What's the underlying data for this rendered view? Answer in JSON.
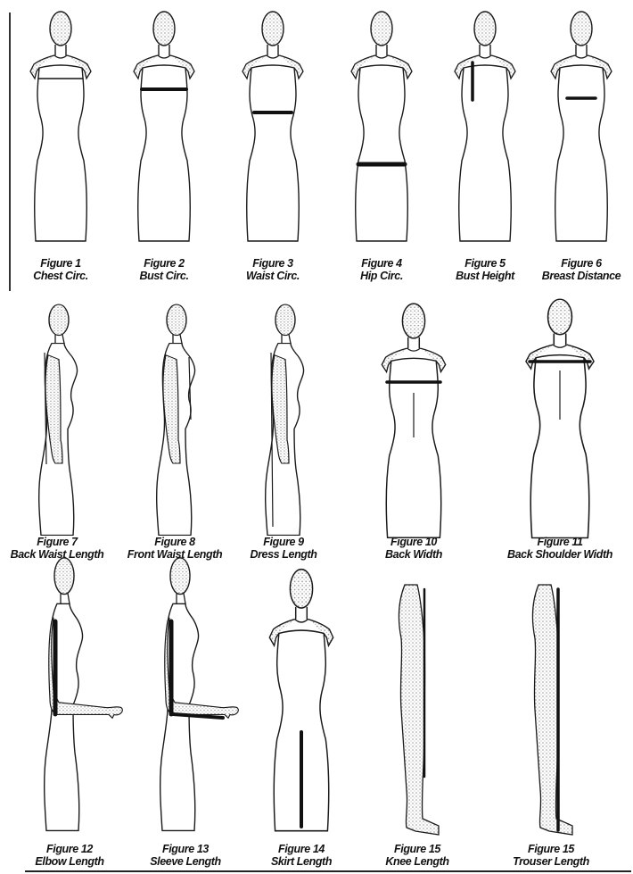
{
  "figures": [
    {
      "title": "Figure 1",
      "caption": "Chest Circ."
    },
    {
      "title": "Figure 2",
      "caption": "Bust  Circ."
    },
    {
      "title": "Figure 3",
      "caption": "Waist Circ."
    },
    {
      "title": "Figure 4",
      "caption": "Hip Circ."
    },
    {
      "title": "Figure 5",
      "caption": "Bust Height"
    },
    {
      "title": "Figure 6",
      "caption": "Breast Distance"
    },
    {
      "title": "Figure 7",
      "caption": "Back Waist Length"
    },
    {
      "title": "Figure 8",
      "caption": "Front Waist Length"
    },
    {
      "title": "Figure 9",
      "caption": "Dress Length"
    },
    {
      "title": "Figure 10",
      "caption": "Back Width"
    },
    {
      "title": "Figure 11",
      "caption": "Back Shoulder Width"
    },
    {
      "title": "Figure 12",
      "caption": "Elbow Length"
    },
    {
      "title": "Figure 13",
      "caption": "Sleeve Length"
    },
    {
      "title": "Figure 14",
      "caption": "Skirt Length"
    },
    {
      "title": "Figure 15",
      "caption": "Knee Length"
    },
    {
      "title": "Figure 15",
      "caption": "Trouser Length"
    }
  ],
  "colors": {
    "outline": "#1a1a1a",
    "stipple": "#bfbfbf",
    "measure": "#111111",
    "background": "#ffffff"
  }
}
